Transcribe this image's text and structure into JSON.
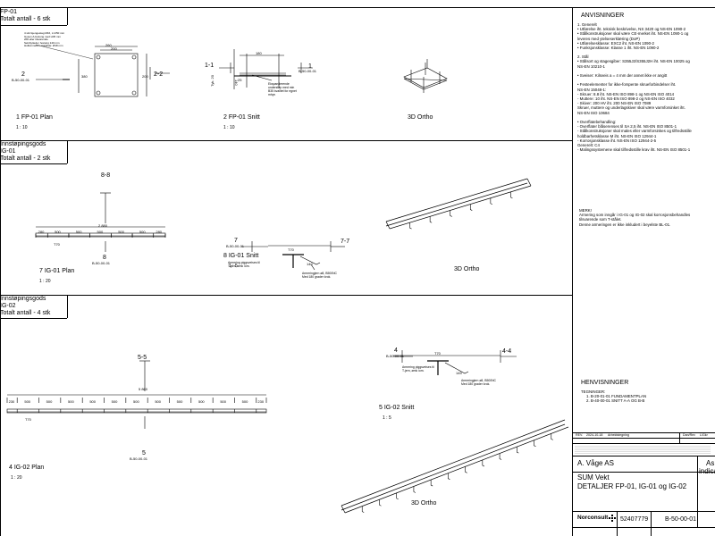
{
  "sections": {
    "fp01": {
      "line1": "FP-01",
      "line2": "Totalt antall - 6 stk"
    },
    "ig01": {
      "line1": "Innstøpingsgods",
      "line2": "IG-01",
      "line3": "Totalt antall - 2 stk"
    },
    "ig02": {
      "line1": "Innstøpingsgods",
      "line2": "IG-02",
      "line3": "Totalt antall - 4 stk"
    }
  },
  "views": {
    "fp01_plan": {
      "title": "1 FP-01 Plan",
      "scale": "1 : 10"
    },
    "fp01_snitt": {
      "title": "2 FP-01 Snitt",
      "scale": "1 : 10"
    },
    "fp01_ortho": {
      "title": "3D Ortho"
    },
    "ig01_plan": {
      "title": "7 IG-01 Plan",
      "scale": "1 : 20"
    },
    "ig01_snitt": {
      "title": "8 IG-01 Snitt",
      "scale": "1 : 5"
    },
    "ig01_ortho": {
      "title": "3D Ortho"
    },
    "ig02_plan": {
      "title": "4 IG-02  Plan",
      "scale": "1 : 20"
    },
    "ig02_snitt": {
      "title": "5 IG-02 Snitt",
      "scale": "1 : 5"
    },
    "ig02_ortho": {
      "title": "3D Ortho"
    }
  },
  "markers": {
    "m2": "2",
    "m2_ref": "B-50-00-01",
    "m2_2": "2-2",
    "m1": "1",
    "m1_ref": "B-50-00-01",
    "m1_1": "1-1",
    "m8_8": "8-8",
    "m8": "8",
    "m8_ref": "B-50-00-01",
    "m7": "7",
    "m7_ref": "B-50-00-01",
    "m7_7": "7-7",
    "m5_5": "5-5",
    "m5": "5",
    "m5_ref": "B-50-00-01",
    "m4": "4",
    "m4_ref": "B-50-00-01",
    "m4_4": "4-4"
  },
  "notes": {
    "fp_bolts": [
      "4 stk Gjengestag M16, L=250 mm",
      "Gysen A-festung med H45 mm",
      "200 eller tilsvarende",
      "Selvbyttede i festung 140 mm",
      "Hullsmmeter i stalplate: Ø18 mm"
    ],
    "fp_snitt": [
      "Ekspanderende",
      "understøp med min",
      "B35 kvalitet for egnet",
      "mhyv"
    ],
    "ig_rebar": [
      "Armering piggsveises til",
      "T-jern, ømk iom."
    ],
    "ig_anchor": [
      "Armeringjern ø8, B500NC",
      "Med 180 grader krok."
    ]
  },
  "dims": {
    "fp_w": "260",
    "fp_in": "200",
    "fp_h": "380",
    "fp_h2": "200",
    "fp_snitt_a": "180",
    "fp_snitt_b": "140",
    "fp_snitt_c": "25",
    "fp_snitt_d": "Tyk. 20",
    "ig01_total": "2 880",
    "ig01_segments": [
      "280",
      "500",
      "500",
      "500",
      "500",
      "500",
      "280"
    ],
    "ig01_t": "T70",
    "ig02_total": "5 860",
    "ig02_segments": [
      "230",
      "500",
      "500",
      "500",
      "500",
      "500",
      "500",
      "500",
      "500",
      "500",
      "500",
      "500",
      "230"
    ],
    "ig02_t": "T70",
    "snitt_t": "T70",
    "snitt_l": "140",
    "snitt_l2": "145"
  },
  "anvisninger": {
    "title": "ANVISNINGER",
    "s1_head": "1.   Generelt",
    "s1": [
      "•   Utførelse iht. teknisk beskrivelse, NS 3420 og NS-EN 1090-2",
      "•   Stålkonstruksjoner skal være CE-merket iht. NS-EN 1090-1 og",
      "     leveres med ytelseserklæring (DoP)",
      "•   Utførelsesklasse:          EXC2 iht. NS-EN 1090-2",
      "•   Funksjonsklasse:       Klasse 1 iht. NS-EN 1090-2"
    ],
    "s2_head": "2.   Stål",
    "s2": [
      "•   Stålsort og stagesgiber: S355J2/S355J2H iht. NS-EN 10025 og",
      "     NS-EN 10210-1",
      "",
      "•   Sveiser: Kilsveis a = 4 mm der annet ikke er angitt",
      "",
      "•   Festeelementer for ikke-forspente skrueforbindelser iht.",
      "     NS-EN 15048-1:",
      "     - Skruer:        8.8 iht. NS-EN ISO 898-1 og NS-EN ISO 4014",
      "     - Muttere:       10 iht. NS-EN ISO 898-2 og NS-EN ISO 4032",
      "     - Skiver:         200 HV iht. 200 NS-EN ISO 7089",
      "     Skruer, muttere og underlagskiver skal være varmforsinket iht.",
      "     NS-EN ISO 10684",
      "",
      "•   Overflatebehandling:",
      "     - Overflater blåserenses til SA 2,5 iht. NS-EN ISO 8501-1",
      "     - Stålkonstruksjoner skal males eller varmforsinkes og tilfredsstille",
      "        holdbarhetsklasse M iht. NS-EN ISO 12944-1",
      "     - Korrosjonsklasse iht. NS-EN ISO 12944-2-5",
      "        Generelt: C4",
      "     - Malingssystemene skal tilfredsstille krav iht. NS-EN ISO 8501-1"
    ],
    "merk": [
      "MERK!",
      "Armering som inngår i IG-01 og IG-02 skal korrosjonsbehandles",
      "tilsvarende som T-stålet.",
      "Denne armeringen er ikke inkludert i beyelste BL-01."
    ]
  },
  "henvisninger": {
    "title": "HENVISNINGER",
    "sub": "TEGNINGER:",
    "items": [
      "1. B-20-01-01 FUNDAMENTPLAN",
      "2. B-40-00-01 SNITT A-A OG B-B"
    ]
  },
  "titleblock": {
    "rev": "REV.",
    "date": "2024-10-18",
    "rev_desc": "Arbeidstegning",
    "col_a": "Dan/Rev",
    "col_b": "L/Gkr",
    "client": "A. Våge AS",
    "client_short": "As",
    "client_short2": "indica",
    "project": "SUM Vekt",
    "drawing_title": "DETALJER FP-01, IG-01 og IG-02",
    "company": "Norconsult",
    "project_no": "52407779",
    "drawing_no": "B-50-00-01"
  }
}
